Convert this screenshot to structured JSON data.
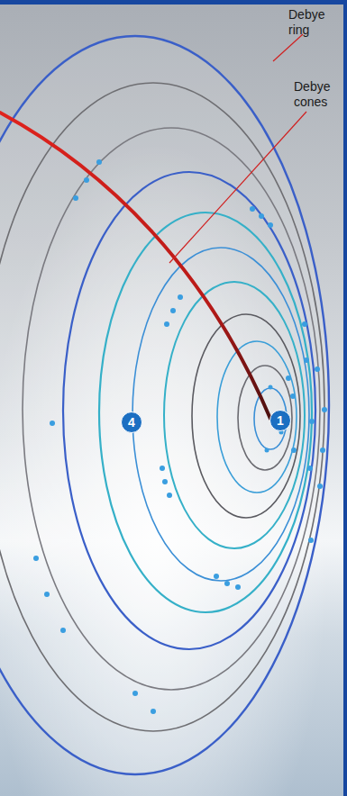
{
  "diagram": {
    "labels": [
      "Debye ring",
      "Debye cones",
      "4",
      "1"
    ]
  }
}
